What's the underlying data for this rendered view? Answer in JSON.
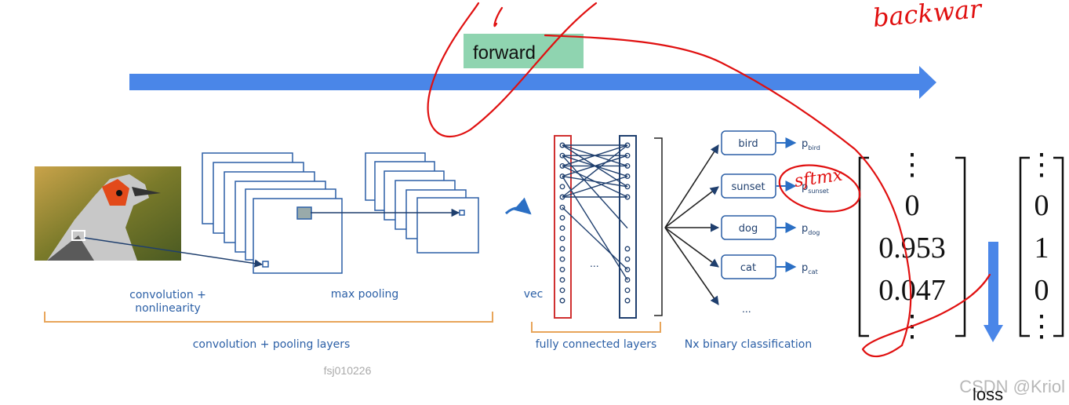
{
  "forward_label": "forward",
  "handwritten": {
    "backward": "backwar",
    "softmax": "sftmx"
  },
  "image_labels": {
    "convolution": "convolution +",
    "nonlinearity": "nonlinearity",
    "max_pooling": "max pooling",
    "vec": "vec",
    "conv_pool_layers": "convolution + pooling layers",
    "fully_connected": "fully connected layers",
    "binary_classification": "Nx binary classification",
    "ellipsis": "...",
    "author_mark": "fsj010226"
  },
  "classes": [
    {
      "name": "bird",
      "prob": "p",
      "sub": "bird"
    },
    {
      "name": "sunset",
      "prob": "p",
      "sub": "sunset"
    },
    {
      "name": "dog",
      "prob": "p",
      "sub": "dog"
    },
    {
      "name": "cat",
      "prob": "p",
      "sub": "cat"
    }
  ],
  "prediction_vector": [
    "⋮",
    "0",
    "0.953",
    "0.047",
    "⋮"
  ],
  "target_vector": [
    "⋮",
    "0",
    "1",
    "0",
    "⋮"
  ],
  "loss_label": "loss",
  "watermark": "CSDN @Kriol",
  "colors": {
    "arrow": "#4a86e8",
    "forward_bg": "#8fd4b0",
    "annotation": "#e01010",
    "bracket": "#e8a55a"
  }
}
